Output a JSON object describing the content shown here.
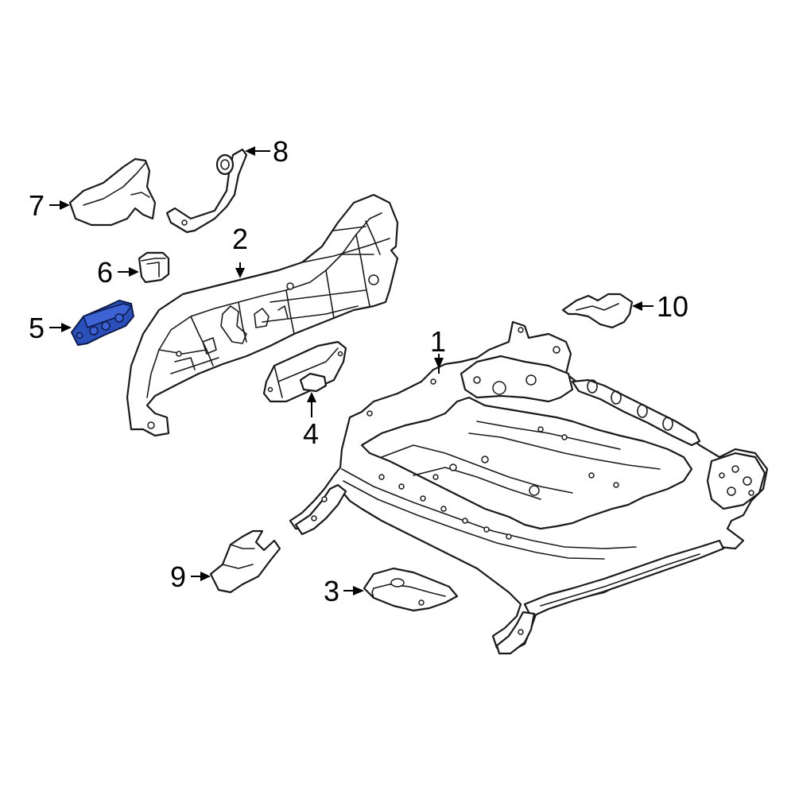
{
  "colors": {
    "background": "#ffffff",
    "line": "#1a1a1a",
    "highlight": "#2b4fb8"
  },
  "callouts": {
    "c1": "1",
    "c2": "2",
    "c3": "3",
    "c4": "4",
    "c5": "5",
    "c6": "6",
    "c7": "7",
    "c8": "8",
    "c9": "9",
    "c10": "10"
  },
  "highlighted_part": "5"
}
